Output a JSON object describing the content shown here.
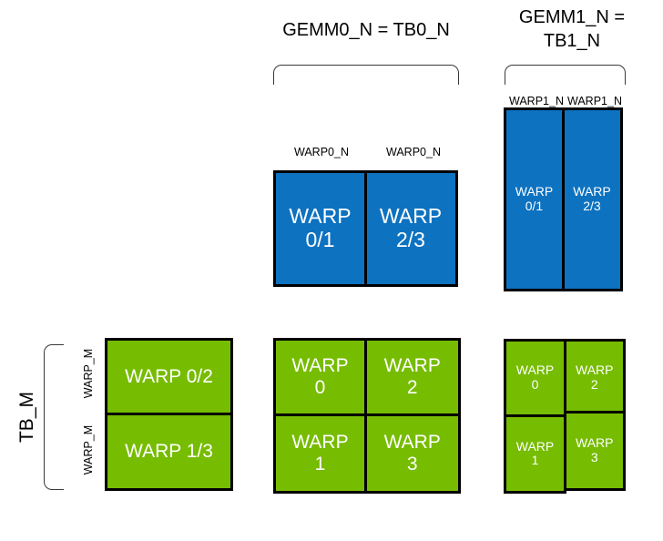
{
  "diagram": {
    "title_gemm0": "GEMM0_N = TB0_N",
    "title_gemm1": "GEMM1_N =\nTB1_N",
    "axis_tb_m": "TB_M",
    "warp_m_label": "WARP_M",
    "warp0_n_label": "WARP0_N",
    "warp1_n_label": "WARP1_N",
    "colors": {
      "blue": "#0d72c0",
      "green": "#76bc00",
      "outline": "#000000",
      "bracket": "#3a3a3a",
      "text_on_fill": "#ffffff",
      "background": "#ffffff"
    },
    "blocks": {
      "gemm0_top": {
        "cells": [
          {
            "label": "WARP\n0/1"
          },
          {
            "label": "WARP\n2/3"
          }
        ]
      },
      "gemm1_top": {
        "cells": [
          {
            "label": "WARP\n0/1"
          },
          {
            "label": "WARP\n2/3"
          }
        ]
      },
      "left_bottom": {
        "cells": [
          {
            "label": "WARP 0/2"
          },
          {
            "label": "WARP 1/3"
          }
        ]
      },
      "gemm0_bottom": {
        "cells": [
          {
            "label": "WARP\n0"
          },
          {
            "label": "WARP\n2"
          },
          {
            "label": "WARP\n1"
          },
          {
            "label": "WARP\n3"
          }
        ]
      },
      "gemm1_bottom": {
        "cells": [
          {
            "label": "WARP\n0"
          },
          {
            "label": "WARP\n2"
          },
          {
            "label": "WARP\n1"
          },
          {
            "label": "WARP\n3"
          }
        ]
      }
    }
  }
}
